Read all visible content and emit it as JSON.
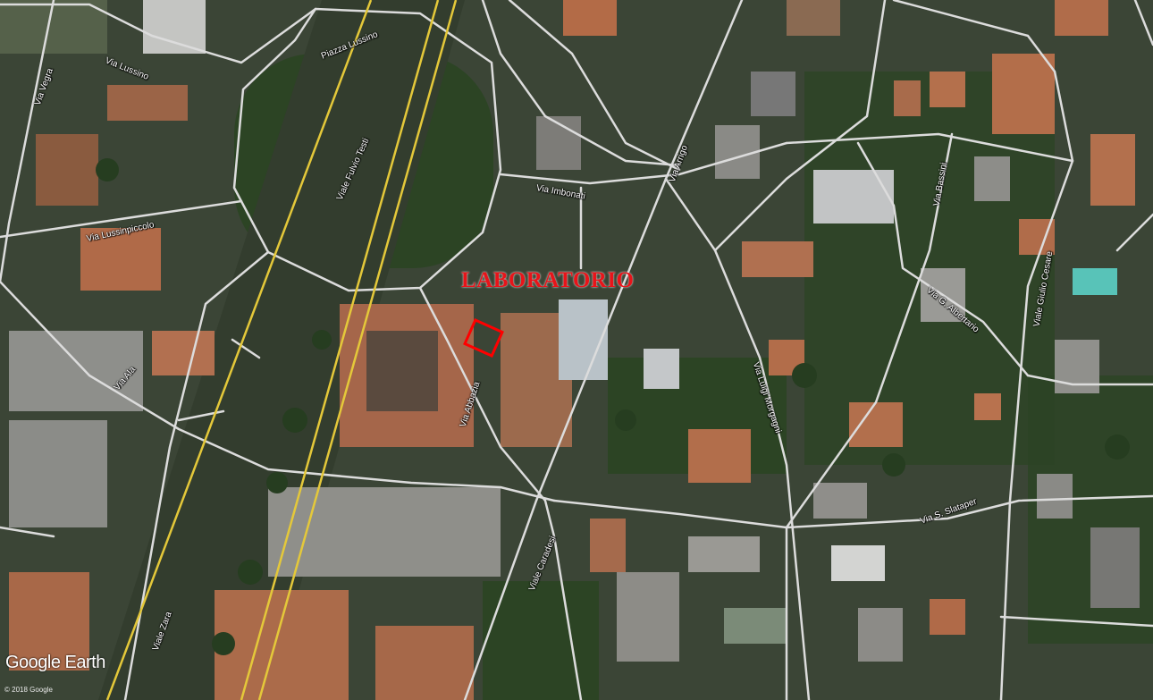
{
  "highlight": {
    "label": "LABORATORIO",
    "color": "#e8141a"
  },
  "streets": [
    {
      "name": "Via Vegra"
    },
    {
      "name": "Via Lussino"
    },
    {
      "name": "Piazza Lussino"
    },
    {
      "name": "Viale Fulvio Testi"
    },
    {
      "name": "Via Lussinpiccolo"
    },
    {
      "name": "Via Ala"
    },
    {
      "name": "Viale Zara"
    },
    {
      "name": "Via Imbonati"
    },
    {
      "name": "Via Abbazia"
    },
    {
      "name": "Via Arrigo"
    },
    {
      "name": "Via Luigi Morgagni"
    },
    {
      "name": "Via Bassini"
    },
    {
      "name": "Via G. Albertario"
    },
    {
      "name": "Viale Giulio Cesare"
    },
    {
      "name": "Via S. Slataper"
    },
    {
      "name": "Viale Caradesi"
    }
  ],
  "brand": "Google Earth",
  "copyright": "© 2018 Google",
  "colors": {
    "roads": "#dcdcdc",
    "boulevard": "#e4c83a",
    "roofs": "#b06a48",
    "vegetation": "#2c4424"
  }
}
